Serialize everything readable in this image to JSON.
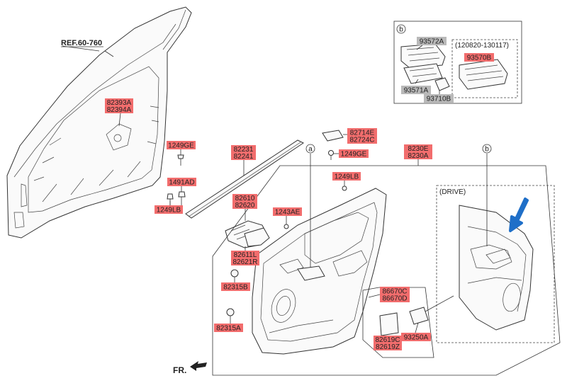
{
  "reference": "REF.60-760",
  "front_marker": "FR.",
  "callouts": {
    "a": "a",
    "b": "b"
  },
  "inset_b": {
    "marker": "b",
    "date_range": "(120820-130117)",
    "parts": [
      "93572A",
      "93571A",
      "93710B",
      "93570B"
    ]
  },
  "inset_drive": {
    "title": "(DRIVE)",
    "arrow_color": "#1f6fc8"
  },
  "parts": {
    "p82393A": "82393A",
    "p82394A": "82394A",
    "p1249GE_l": "1249GE",
    "p82231": "82231",
    "p82241": "82241",
    "p1491AD": "1491AD",
    "p1249LB_l": "1249LB",
    "p82610": "82610",
    "p82620": "82620",
    "p82611L": "82611L",
    "p82621R": "82621R",
    "p82315B": "82315B",
    "p82315A": "82315A",
    "p82714E": "82714E",
    "p82724C": "82724C",
    "p1249GE_m": "1249GE",
    "p8230E": "8230E",
    "p8230A": "8230A",
    "p1249LB_m": "1249LB",
    "p1243AE": "1243AE",
    "p86670C": "86670C",
    "p86670D": "86670D",
    "p93250A": "93250A",
    "p82619C": "82619C",
    "p82619Z": "82619Z"
  },
  "colors": {
    "label_highlight": "#f26d6d",
    "label_gray": "#b9b9b9",
    "line": "#333333"
  }
}
